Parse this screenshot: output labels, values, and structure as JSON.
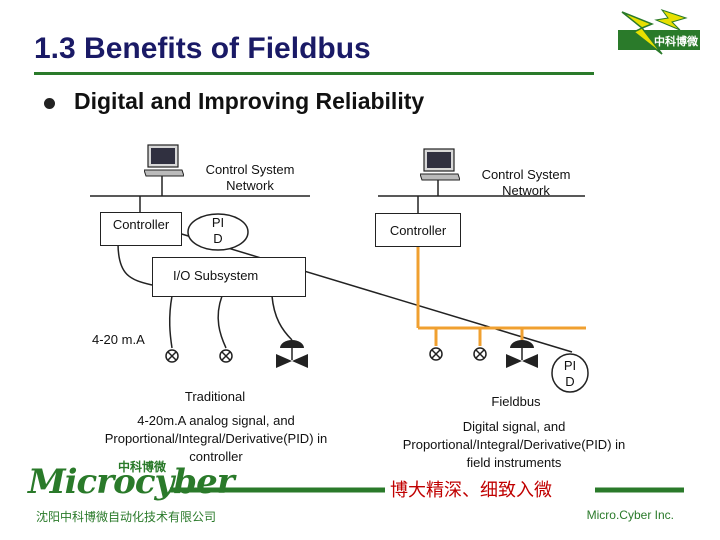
{
  "header": {
    "title": "1.3 Benefits of Fieldbus",
    "bullet": "Digital and Improving Reliability"
  },
  "logo": {
    "text": "中科博微"
  },
  "left": {
    "network_label_line1": "Control System",
    "network_label_line2": "Network",
    "controller": "Controller",
    "pid_line1": "PI",
    "pid_line2": "D",
    "io_subsystem": "I/O Subsystem",
    "signal": "4-20 m.A",
    "caption": "Traditional",
    "desc_line1": "4-20m.A analog signal, and",
    "desc_line2": "Proportional/Integral/Derivative(PID) in",
    "desc_line3": "controller"
  },
  "right": {
    "network_label_line1": "Control System",
    "network_label_line2": "Network",
    "controller": "Controller",
    "pid_line1": "PI",
    "pid_line2": "D",
    "caption": "Fieldbus",
    "desc_line1": "Digital signal, and",
    "desc_line2": "Proportional/Integral/Derivative(PID) in",
    "desc_line3": "field instruments"
  },
  "footer": {
    "brand": "Microcyber",
    "brand_cn": "中科博微",
    "slogan": "博大精深、细致入微",
    "company_cn": "沈阳中科博微自动化技术有限公司",
    "company_en": "Micro.Cyber Inc."
  },
  "colors": {
    "fieldbus": "#f0a030",
    "brand_green": "#2a7a2a",
    "title": "#1a1a66"
  }
}
